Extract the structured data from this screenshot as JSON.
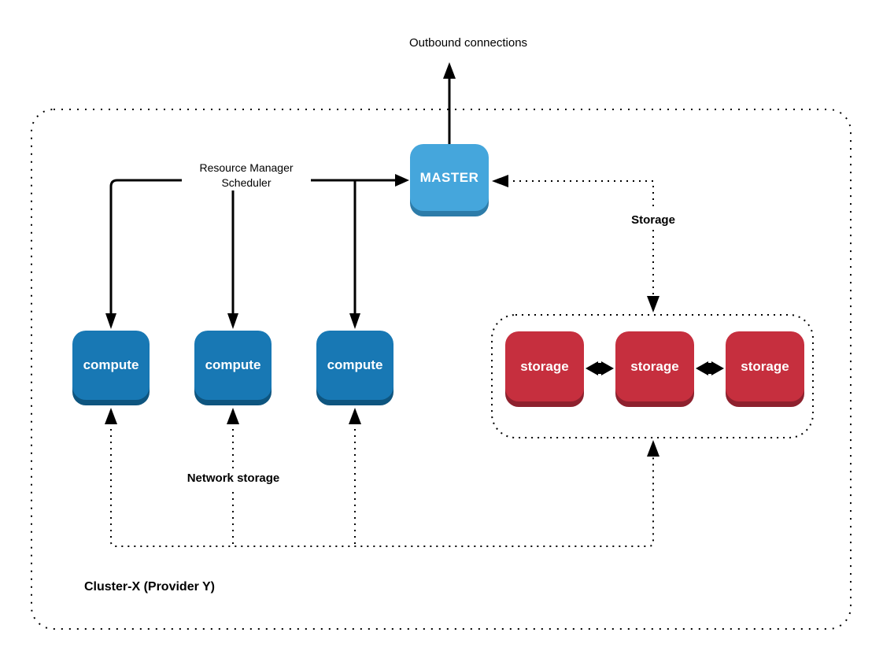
{
  "diagram": {
    "outbound": {
      "label": "Outbound connections"
    },
    "resource_manager": {
      "line1": "Resource Manager",
      "line2": "Scheduler"
    },
    "master": {
      "label": "MASTER",
      "fill_color": "#45a6dc",
      "shadow_color": "#2d7ca9",
      "text_color": "#ffffff"
    },
    "compute": {
      "fill_color": "#1878b4",
      "shadow_color": "#0e557f",
      "text_color": "#ffffff",
      "nodes": [
        {
          "label": "compute"
        },
        {
          "label": "compute"
        },
        {
          "label": "compute"
        }
      ]
    },
    "storage_group": {
      "link_label": "Storage",
      "fill_color": "#c62f3e",
      "shadow_color": "#8e212e",
      "text_color": "#ffffff",
      "nodes": [
        {
          "label": "storage"
        },
        {
          "label": "storage"
        },
        {
          "label": "storage"
        }
      ]
    },
    "network_storage": {
      "label": "Network storage"
    },
    "cluster": {
      "label": "Cluster-X (Provider Y)"
    },
    "line_color": "#000000",
    "background_color": "#ffffff"
  }
}
